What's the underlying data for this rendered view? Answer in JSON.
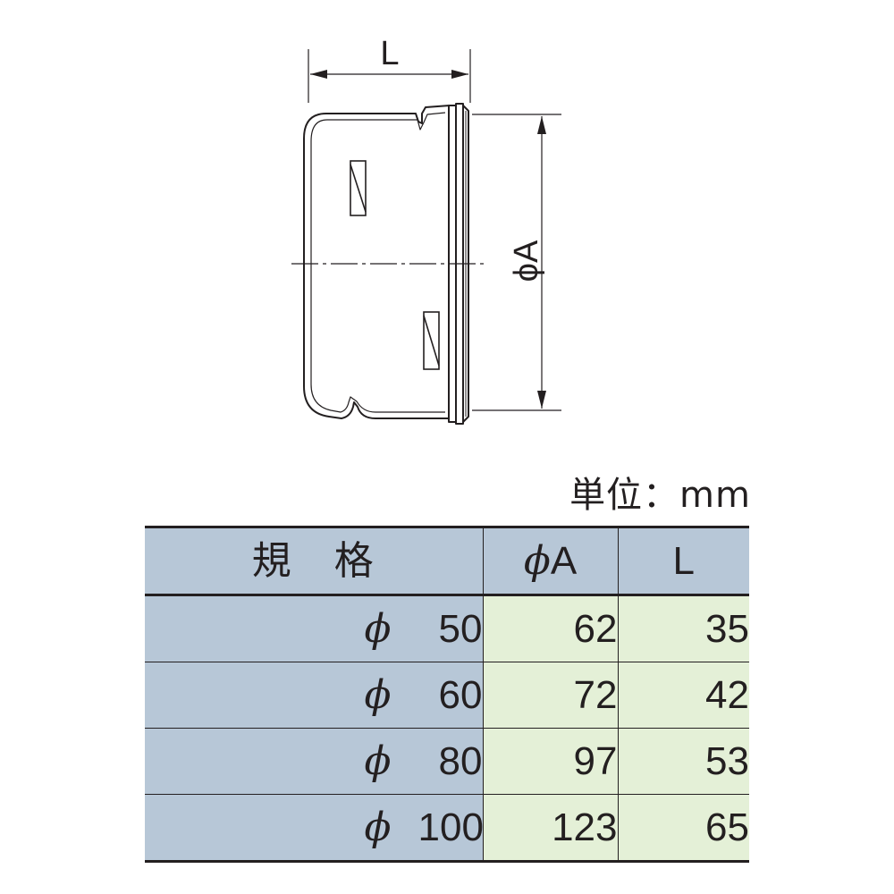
{
  "drawing": {
    "dim_L_label": "L",
    "dim_A_label": "ϕA"
  },
  "unit": "単位：mm",
  "table": {
    "headers": {
      "spec": "規　格",
      "spec_a": "規",
      "spec_b": "格",
      "phiA": "ϕA",
      "L": "L"
    },
    "rows": [
      {
        "phi": "ϕ",
        "size": "50",
        "A": "62",
        "L": "35"
      },
      {
        "phi": "ϕ",
        "size": "60",
        "A": "72",
        "L": "42"
      },
      {
        "phi": "ϕ",
        "size": "80",
        "A": "97",
        "L": "53"
      },
      {
        "phi": "ϕ",
        "size": "100",
        "A": "123",
        "L": "65"
      }
    ]
  },
  "colors": {
    "spec_cell": "#b7c7d7",
    "value_cell": "#e4f0d7",
    "line": "#231f20"
  }
}
